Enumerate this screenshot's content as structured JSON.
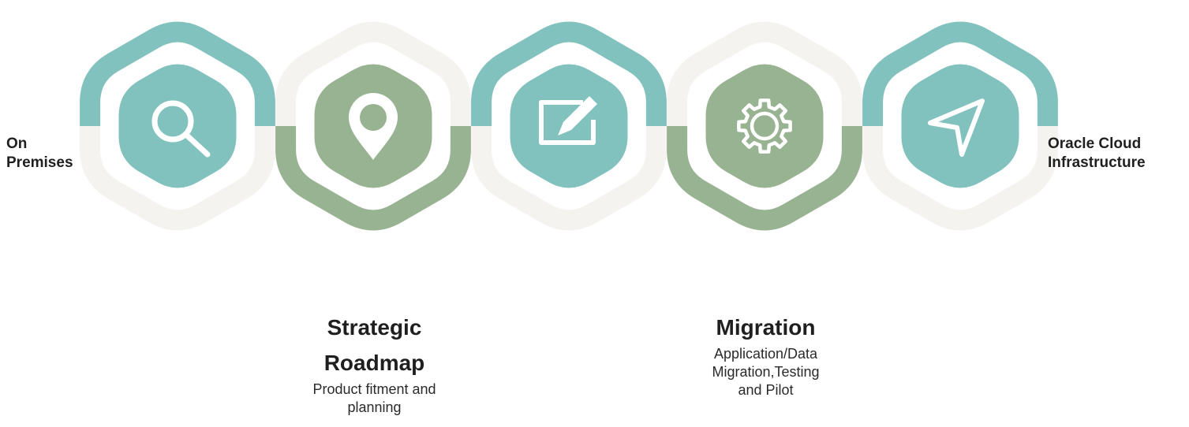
{
  "colors": {
    "teal": "#82c2be",
    "green": "#98b392",
    "ring_light": "#f4f3ef",
    "icon": "#ffffff"
  },
  "endpoints": {
    "left": [
      "On",
      "Premises"
    ],
    "right": [
      "Oracle Cloud",
      "Infrastructure"
    ]
  },
  "steps": [
    {
      "icon": "search-icon",
      "color": "teal",
      "arc": "top"
    },
    {
      "icon": "location-pin-icon",
      "color": "green",
      "arc": "bottom",
      "title": [
        "Strategic",
        "Roadmap"
      ],
      "description": [
        "Product fitment and",
        "planning"
      ]
    },
    {
      "icon": "edit-icon",
      "color": "teal",
      "arc": "top"
    },
    {
      "icon": "gear-icon",
      "color": "green",
      "arc": "bottom",
      "title": [
        "Migration"
      ],
      "description": [
        "Application/Data",
        "Migration,Testing",
        "and Pilot"
      ]
    },
    {
      "icon": "send-icon",
      "color": "teal",
      "arc": "top"
    }
  ]
}
